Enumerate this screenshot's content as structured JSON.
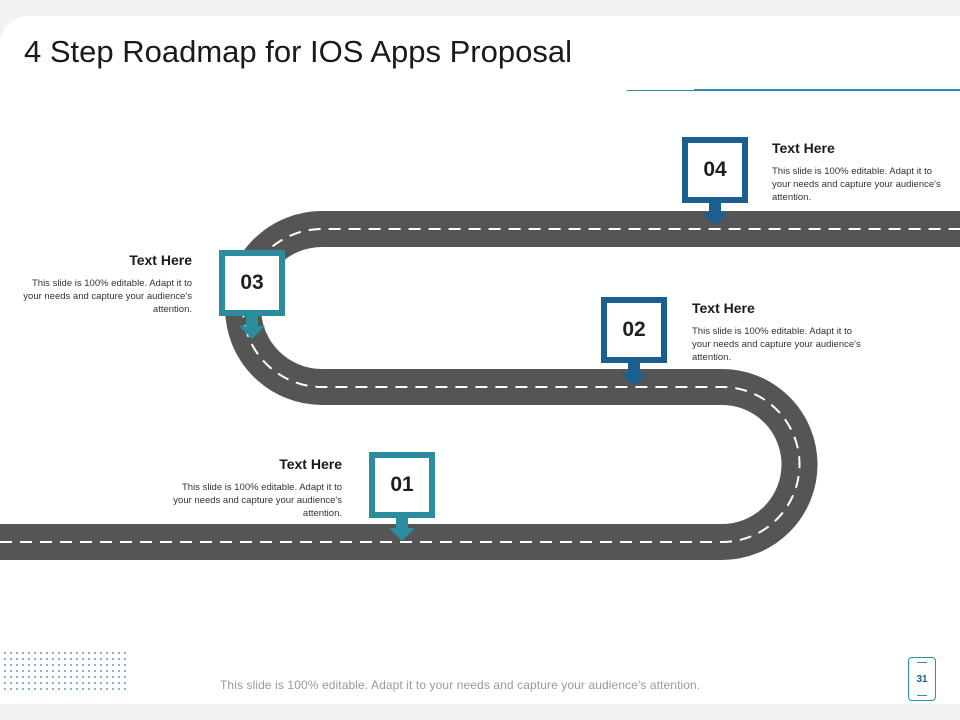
{
  "title": "4 Step Roadmap for IOS Apps Proposal",
  "steps": [
    {
      "number": "01",
      "heading": "Text Here",
      "body": "This slide is 100% editable. Adapt it to your needs and capture your audience's attention."
    },
    {
      "number": "02",
      "heading": "Text Here",
      "body": "This slide is 100% editable. Adapt it to your needs and capture your audience's attention."
    },
    {
      "number": "03",
      "heading": "Text Here",
      "body": "This slide is 100% editable. Adapt it to your needs and capture your audience's attention."
    },
    {
      "number": "04",
      "heading": "Text Here",
      "body": "This slide is 100% editable. Adapt it to your needs and capture your audience's attention."
    }
  ],
  "footer": "This slide is 100% editable. Adapt it to your needs and capture your audience's attention.",
  "page_number": "31",
  "colors": {
    "road": "#555555",
    "lane_marking": "#ffffff",
    "teal": "#2b8c9e",
    "blue": "#1a5f8f",
    "accent_line": "#2a8fa8"
  }
}
